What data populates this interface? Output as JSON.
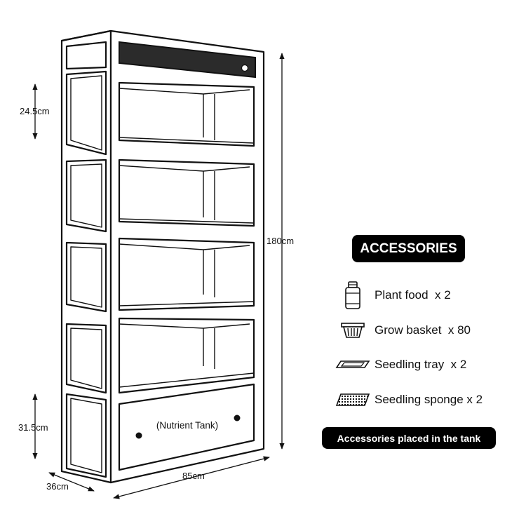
{
  "dimensions": {
    "shelf_gap": "24.5cm",
    "tank_height": "31.5cm",
    "total_height": "180cm",
    "width": "85cm",
    "depth": "36cm"
  },
  "tank_label": "(Nutrient Tank)",
  "accessories": {
    "title": "ACCESSORIES",
    "items": [
      {
        "icon": "plant-food-bottle-icon",
        "label": "Plant food  x 2"
      },
      {
        "icon": "grow-basket-icon",
        "label": "Grow basket  x 80"
      },
      {
        "icon": "seedling-tray-icon",
        "label": "Seedling tray  x 2"
      },
      {
        "icon": "seedling-sponge-icon",
        "label": "Seedling sponge x 2"
      }
    ],
    "note": "Accessories placed in the tank"
  }
}
